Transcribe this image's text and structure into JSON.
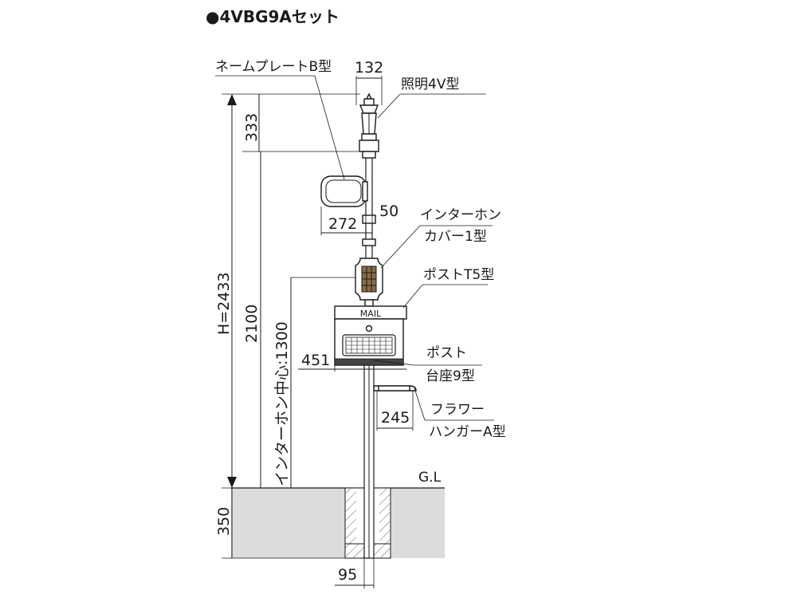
{
  "title": "●4VBG9Aセット",
  "labels": {
    "nameplate": "ネームプレートB型",
    "lighting": "照明4V型",
    "intercom_line1": "インターホン",
    "intercom_line2": "カバー1型",
    "post_t5": "ポストT5型",
    "post_base_line1": "ポスト",
    "post_base_line2": "台座9型",
    "flower_line1": "フラワー",
    "flower_line2": "ハンガーA型",
    "mail": "MAIL",
    "ground_level": "G.L"
  },
  "dimensions": {
    "lamp_width": "132",
    "lamp_height": "333",
    "total_height": "H=2433",
    "pole_height": "2100",
    "intercom_center": "インターホン中心:1300",
    "nameplate_width": "272",
    "nameplate_offset": "50",
    "post_depth": "451",
    "flower_hanger": "245",
    "embed_depth": "350",
    "pole_width": "95"
  }
}
